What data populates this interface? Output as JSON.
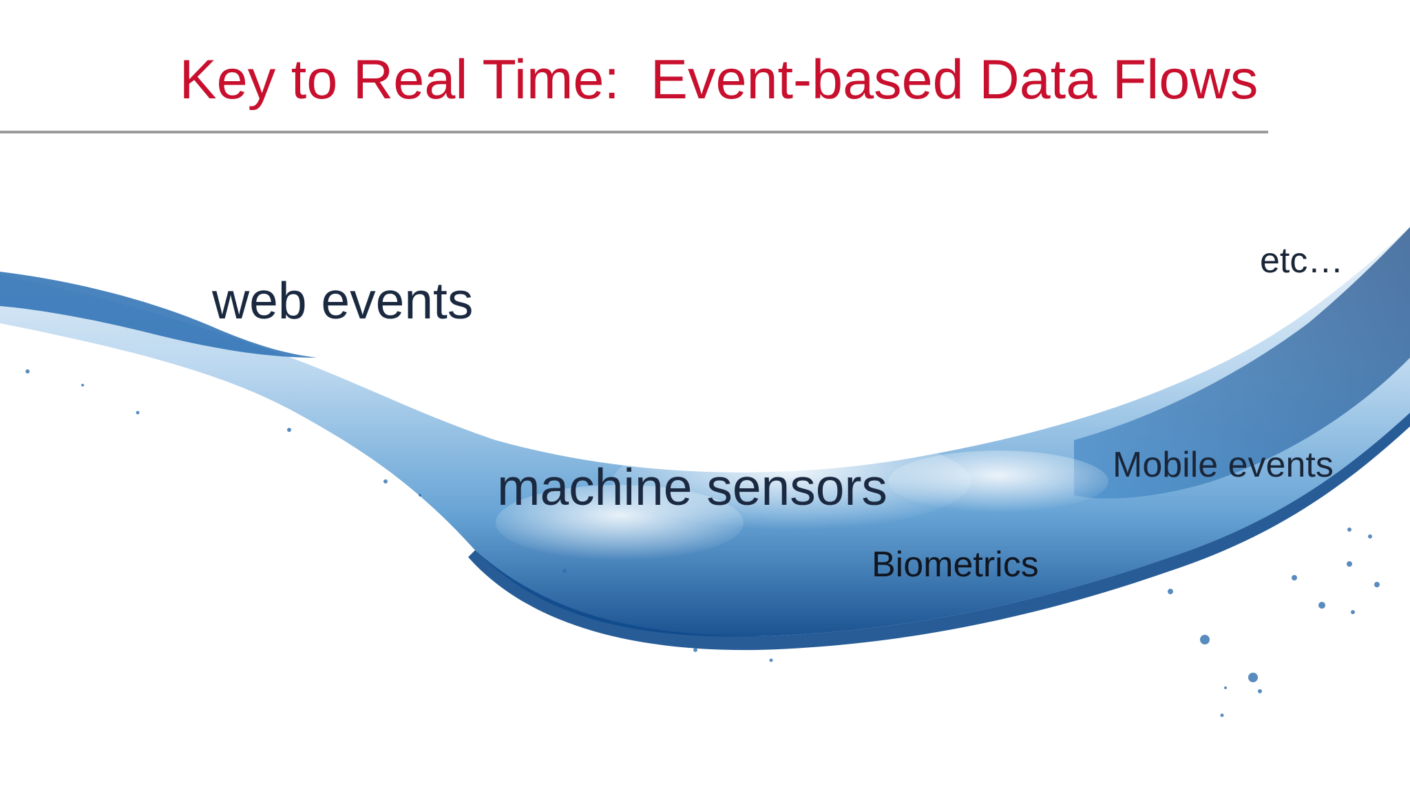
{
  "slide": {
    "title": "Key to Real Time:  Event-based Data Flows",
    "labels": {
      "web": "web events",
      "machine": "machine sensors",
      "biometrics": "Biometrics",
      "mobile": "Mobile events",
      "etc": "etc…"
    }
  },
  "colors": {
    "title": "#c8102e",
    "rule": "#9a9a9a",
    "label": "#1b2940",
    "water_dark": "#0f4a8c",
    "water_mid": "#3d86c6",
    "water_light": "#c4dcef"
  },
  "image": {
    "name": "water-splash-illustration"
  }
}
